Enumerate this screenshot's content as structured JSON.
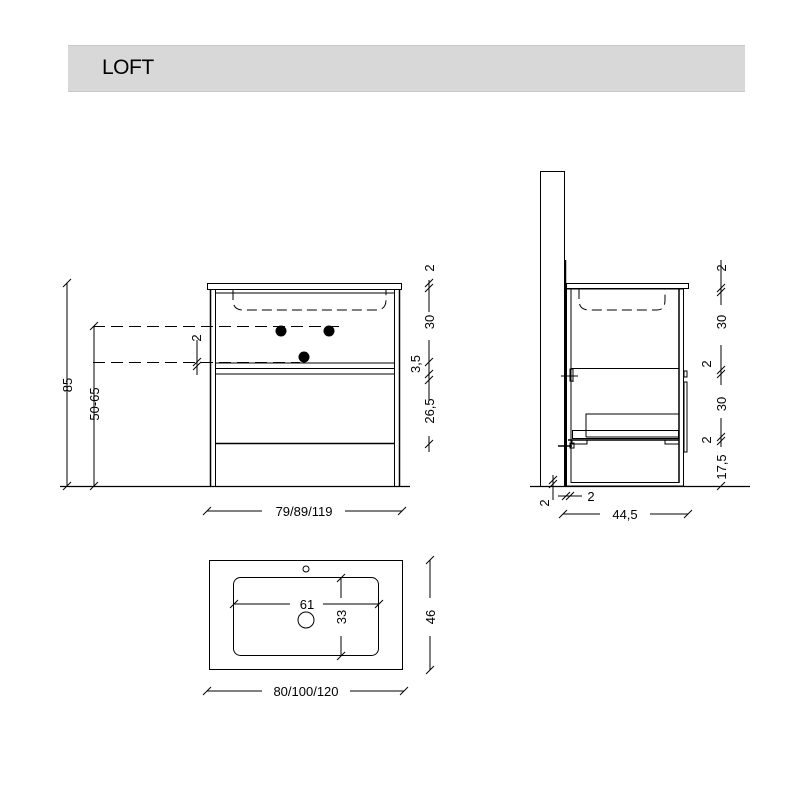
{
  "header": {
    "title": "LOFT",
    "background": "#d8d8d8"
  },
  "front_view": {
    "dimensions": {
      "total_height": "85",
      "drain_height_range": "50-65",
      "drain_offset": "2",
      "top_thickness": "2",
      "basin_section": "30",
      "gap": "3,5",
      "drawer": "26,5",
      "width": "79/89/119"
    }
  },
  "side_view": {
    "dimensions": {
      "top_thickness": "2",
      "upper_section": "30",
      "shelf_1": "2",
      "middle_section": "30",
      "shelf_2": "2",
      "bottom_section": "17,5",
      "wall_gap_vertical": "2",
      "wall_gap_horizontal": "2",
      "depth": "44,5"
    }
  },
  "top_view": {
    "dimensions": {
      "basin_width": "61",
      "basin_depth": "33",
      "total_depth": "46",
      "total_width": "80/100/120"
    }
  }
}
